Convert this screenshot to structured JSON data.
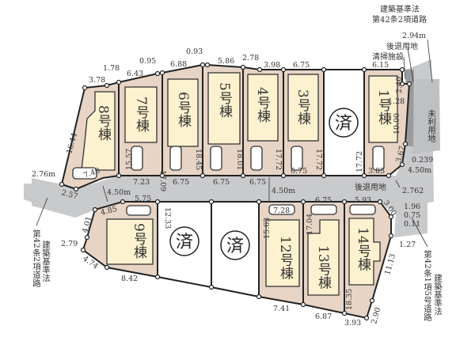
{
  "colors": {
    "lot": "#e7d4c5",
    "building": "#fdf2cf",
    "road": "#c9cacc",
    "sold": "#ffffff"
  },
  "buildings": [
    "1号棟",
    "3号棟",
    "4号棟",
    "5号棟",
    "6号棟",
    "7号棟",
    "8号棟",
    "9号棟",
    "12号棟",
    "13号棟",
    "14号棟"
  ],
  "sold_mark": "済",
  "roads": {
    "top_right_line1": "建築基準法",
    "top_right_line2": "第42条2項道路",
    "left_col1": "第42条2項道路",
    "left_col2": "建築基準法",
    "right_col1": "第42条1項5号道路",
    "right_col2": "建築基準法"
  },
  "labels": {
    "setback_top": "後退用地",
    "cleaning": "清掃施設",
    "unused": "未利用地",
    "setback_mid": "後退用地"
  },
  "dimensions": [
    "3.78",
    "1.78",
    "6.43",
    "0.95",
    "6.88",
    "0.93",
    "5.86",
    "2.78",
    "3.98",
    "6.75",
    "6.15",
    "2.94m",
    "16.44",
    "15.57",
    "17.09",
    "18.45",
    "18.01",
    "17.72",
    "17.72",
    "17.72",
    "10.00",
    "3.67",
    "2.40",
    "1.28",
    "3.85",
    "6.75",
    "7.40",
    "7.23",
    "6.75",
    "6.75",
    "6.75",
    "4.50m",
    "4.50m",
    "2.76m",
    "2.57",
    "5.75",
    "4.85",
    "4.01",
    "2.79",
    "4.74",
    "8.42",
    "12.33",
    "7.28",
    "6.75",
    "5.93",
    "3.00",
    "15.63",
    "17.04",
    "18.35",
    "11.13",
    "2.90",
    "7.41",
    "6.87",
    "3.93",
    "1.96",
    "0.75",
    "0.11",
    "1.27",
    "0.239",
    "4.50m",
    "2.762"
  ]
}
